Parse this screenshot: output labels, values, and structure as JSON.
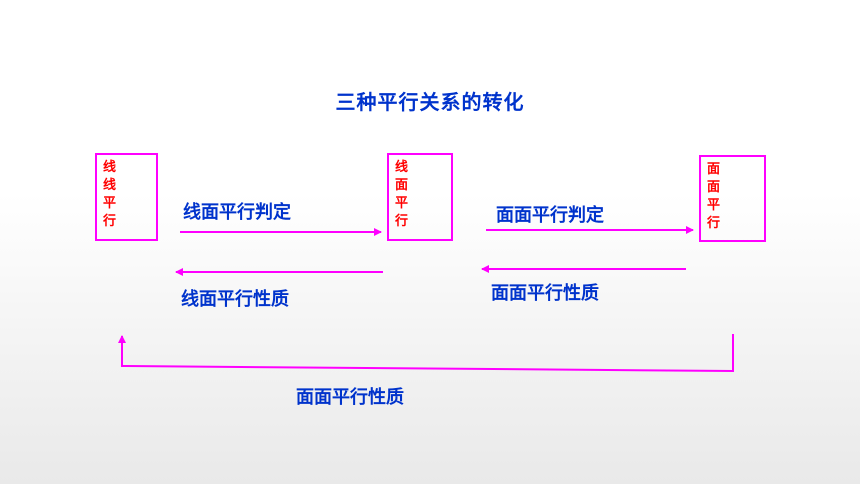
{
  "title": "三种平行关系的转化",
  "boxes": {
    "line_line": "线线平行",
    "line_plane": "线面平行",
    "plane_plane": "面面平行"
  },
  "arrows": {
    "line_plane_criterion": "线面平行判定",
    "plane_plane_criterion": "面面平行判定",
    "line_plane_property": "线面平行性质",
    "plane_plane_property_top": "面面平行性质",
    "plane_plane_property_bottom": "面面平行性质"
  },
  "colors": {
    "arrow": "#ff00ff",
    "box_border": "#ff00ff",
    "box_text": "#ff0000",
    "label_text": "#0033cc"
  }
}
